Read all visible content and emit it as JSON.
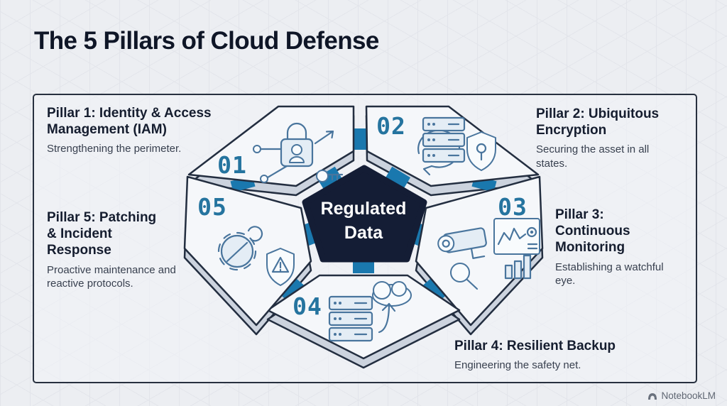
{
  "title": "The 5 Pillars of Cloud Defense",
  "center": {
    "label": "Regulated Data"
  },
  "pillars": [
    {
      "number": "01",
      "heading": "Pillar 1: Identity & Access Management (IAM)",
      "description": "Strengthening the perimeter.",
      "icon": "padlock-user-key-icon"
    },
    {
      "number": "02",
      "heading": "Pillar 2: Ubiquitous Encryption",
      "description": "Securing the asset in all states.",
      "icon": "encrypted-server-shield-icon"
    },
    {
      "number": "03",
      "heading": "Pillar 3: Continuous Monitoring",
      "description": "Establishing a watchful eye.",
      "icon": "surveillance-camera-dashboard-icon"
    },
    {
      "number": "04",
      "heading": "Pillar 4: Resilient Backup",
      "description": "Engineering the safety net.",
      "icon": "server-cloud-backup-icon"
    },
    {
      "number": "05",
      "heading": "Pillar 5: Patching & Incident Response",
      "description": "Proactive maintenance and reactive protocols.",
      "icon": "gear-wrench-shield-icon"
    }
  ],
  "footer": {
    "brand": "NotebookLM"
  },
  "colors": {
    "accent_blue": "#1a78ae",
    "dark_navy": "#141d35",
    "number_teal": "#25749f",
    "tile_fill": "#f5f7fa",
    "outline": "#232e40",
    "background": "#eceef2"
  }
}
